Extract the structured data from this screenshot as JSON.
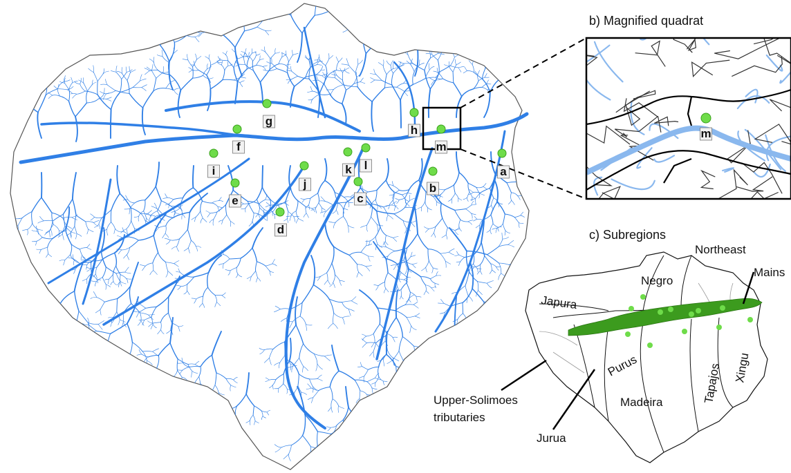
{
  "panels": {
    "magnified_title": "b) Magnified quadrat",
    "subregions_title": "c) Subregions"
  },
  "colors": {
    "river": "#2f7fe6",
    "river_light": "#8ab8ee",
    "gauge": "#6fdc4a",
    "mainstem": "#3c9b1e",
    "boundary": "#222222"
  },
  "gauges": [
    {
      "id": "a",
      "label": "a"
    },
    {
      "id": "b",
      "label": "b"
    },
    {
      "id": "c",
      "label": "c"
    },
    {
      "id": "d",
      "label": "d"
    },
    {
      "id": "e",
      "label": "e"
    },
    {
      "id": "f",
      "label": "f"
    },
    {
      "id": "g",
      "label": "g"
    },
    {
      "id": "h",
      "label": "h"
    },
    {
      "id": "i",
      "label": "i"
    },
    {
      "id": "j",
      "label": "j"
    },
    {
      "id": "k",
      "label": "k"
    },
    {
      "id": "l",
      "label": "l"
    },
    {
      "id": "m",
      "label": "m"
    }
  ],
  "magnified_gauge_label": "m",
  "subregions": {
    "northeast": "Northeast",
    "mainstem": "Mains",
    "negro": "Negro",
    "japura": "Japura",
    "purus": "Purus",
    "tapajos": "Tapajos",
    "xingu": "Xingu",
    "madeira": "Madeira",
    "upper_solimoes_1": "Upper-Solimoes",
    "upper_solimoes_2": "tributaries",
    "jurua": "Jurua"
  }
}
